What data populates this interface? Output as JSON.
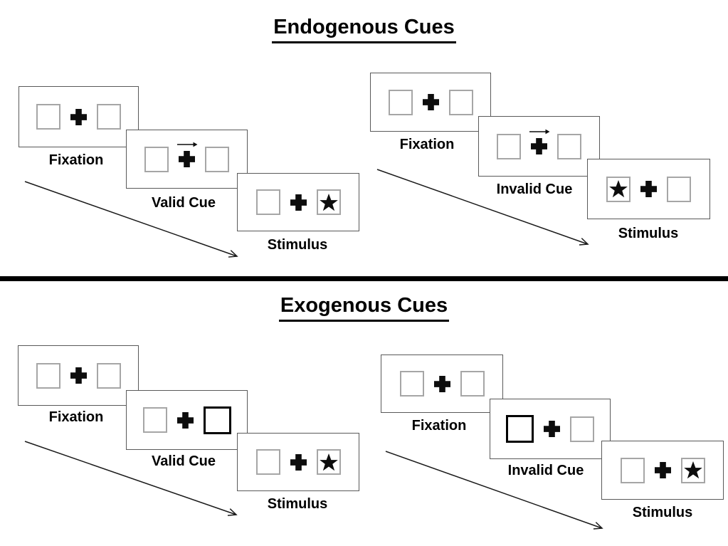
{
  "colors": {
    "background": "#ffffff",
    "ink": "#000000",
    "panel_border": "#595959",
    "square_border": "#a6a6a6",
    "bold_square_border": "#000000",
    "divider": "#000000"
  },
  "icons": {
    "fixation_cross": "plus-cross-icon",
    "cue_arrow": "right-arrow-icon",
    "stimulus_star": "filled-star-icon",
    "flow_arrow": "diagonal-arrow-icon"
  },
  "sections": [
    {
      "title": "Endogenous Cues",
      "trials": [
        {
          "name": "valid",
          "cue_type": "central-arrow",
          "cue_direction": "right",
          "stimulus_side": "right",
          "panels": [
            {
              "label": "Fixation"
            },
            {
              "label": "Valid Cue"
            },
            {
              "label": "Stimulus"
            }
          ]
        },
        {
          "name": "invalid",
          "cue_type": "central-arrow",
          "cue_direction": "right",
          "stimulus_side": "left",
          "panels": [
            {
              "label": "Fixation"
            },
            {
              "label": "Invalid Cue"
            },
            {
              "label": "Stimulus"
            }
          ]
        }
      ]
    },
    {
      "title": "Exogenous Cues",
      "trials": [
        {
          "name": "valid",
          "cue_type": "peripheral-box",
          "cue_side": "right",
          "stimulus_side": "right",
          "panels": [
            {
              "label": "Fixation"
            },
            {
              "label": "Valid Cue"
            },
            {
              "label": "Stimulus"
            }
          ]
        },
        {
          "name": "invalid",
          "cue_type": "peripheral-box",
          "cue_side": "left",
          "stimulus_side": "right",
          "panels": [
            {
              "label": "Fixation"
            },
            {
              "label": "Invalid Cue"
            },
            {
              "label": "Stimulus"
            }
          ]
        }
      ]
    }
  ]
}
